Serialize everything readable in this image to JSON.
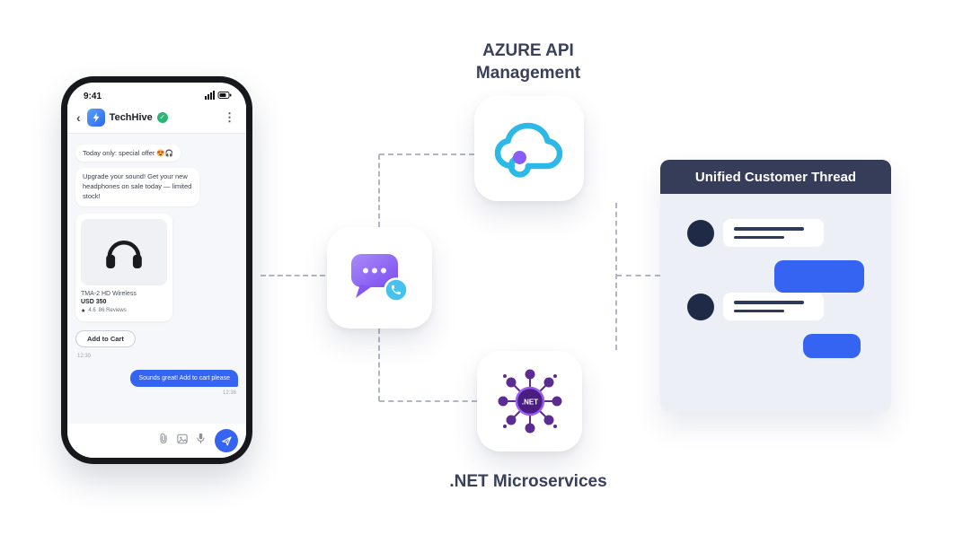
{
  "labels": {
    "azure_line1": "AZURE API",
    "azure_line2": "Management",
    "dotnet": ".NET Microservices",
    "dotnet_badge": ".NET",
    "unified_title": "Unified Customer Thread"
  },
  "phone": {
    "time": "9:41",
    "contact": "TechHive",
    "promo_short": "Today only: special offer 😍🎧",
    "promo_long": "Upgrade your sound! Get your new headphones on sale today — limited stock!",
    "product": {
      "name": "TMA-2 HD Wireless",
      "price": "USD 350",
      "rating": "4.6",
      "reviews": "86 Reviews"
    },
    "add_to_cart": "Add to Cart",
    "time_in": "12:30",
    "reply": "Sounds great! Add to cart please",
    "time_out": "12:36"
  },
  "icons": {
    "back_chevron": "‹",
    "more_menu": "⋮",
    "verified_check": "✓",
    "star": "★"
  },
  "colors": {
    "accent_blue": "#3563F2",
    "navy": "#363D59",
    "cyan": "#2CB9E8",
    "purple": "#8B5CF6",
    "dotnet_purple": "#5C2D91",
    "green": "#2BB673"
  }
}
